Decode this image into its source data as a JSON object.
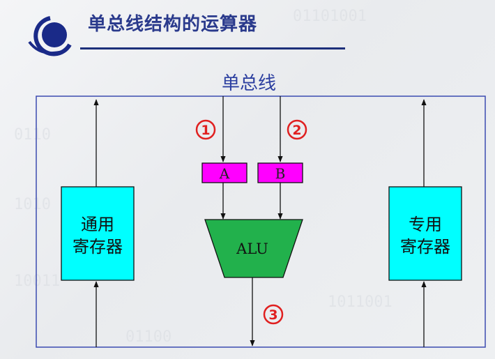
{
  "slide": {
    "title": "单总线结构的运算器"
  },
  "diagram": {
    "bus_label": "单总线",
    "left_register": {
      "line1": "通用",
      "line2": "寄存器"
    },
    "right_register": {
      "line1": "专用",
      "line2": "寄存器"
    },
    "latch_a": "A",
    "latch_b": "B",
    "alu_label": "ALU",
    "step1": "1",
    "step2": "2",
    "step3": "3",
    "colors": {
      "register_fill": "#00ffff",
      "latch_fill": "#ff00ff",
      "alu_fill": "#22b14c",
      "step_color": "#e02020",
      "title_color": "#2a3a8c",
      "bus_label_color": "#2c3fa0"
    }
  }
}
